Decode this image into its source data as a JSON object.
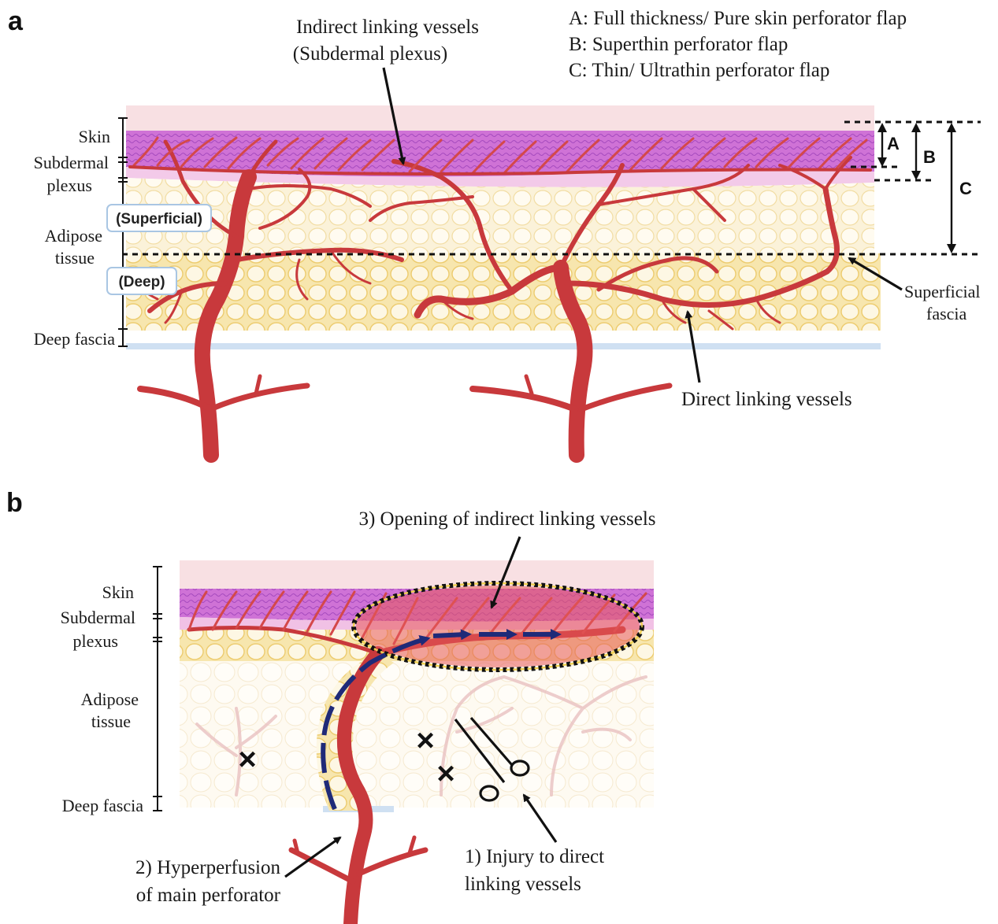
{
  "panels": {
    "a": {
      "letter": "a",
      "legend": [
        "A: Full thickness/ Pure skin perforator flap",
        "B: Superthin perforator flap",
        "C: Thin/ Ultrathin perforator flap"
      ],
      "indirect_label_1": "Indirect linking vessels",
      "indirect_label_2": "(Subdermal plexus)",
      "direct_label": "Direct linking vessels",
      "superficial_fascia_1": "Superficial",
      "superficial_fascia_2": "fascia",
      "layers": {
        "skin": "Skin",
        "subdermal_1": "Subdermal",
        "subdermal_2": "plexus",
        "superficial_badge": "(Superficial)",
        "adipose_1": "Adipose",
        "adipose_2": "tissue",
        "deep_badge": "(Deep)",
        "deep_fascia": "Deep fascia"
      },
      "thickness_markers": [
        "A",
        "B",
        "C"
      ]
    },
    "b": {
      "letter": "b",
      "title": "3) Opening of indirect linking vessels",
      "layers": {
        "skin": "Skin",
        "subdermal_1": "Subdermal",
        "subdermal_2": "plexus",
        "adipose_1": "Adipose",
        "adipose_2": "tissue",
        "deep_fascia": "Deep fascia"
      },
      "hyper_1": "2) Hyperperfusion",
      "hyper_2": "of main perforator",
      "injury_1": "1) Injury to direct",
      "injury_2": "linking vessels",
      "cross_mark": "×"
    }
  },
  "colors": {
    "vessel": "#c8393c",
    "skin": "#f7dde0",
    "dermis": "#c55fd0",
    "fat": "#f6e3a6",
    "deep_fascia": "#cfe0f2",
    "flow_arrow": "#1f2a78"
  }
}
